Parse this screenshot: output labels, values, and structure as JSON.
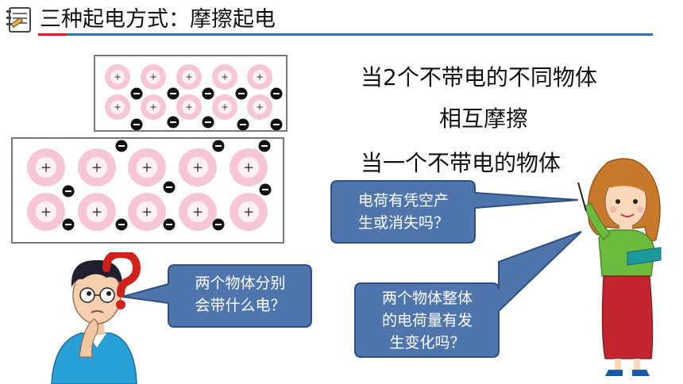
{
  "slide": {
    "title": "三种起电方式：摩擦起电",
    "lines": [
      "当2个不带电的不同物体",
      "相互摩擦",
      "当一个不带电的物体"
    ],
    "bubbles": {
      "teacher_q1": [
        "电荷有凭空产",
        "生或消失吗？"
      ],
      "teacher_q2": [
        "两个物体整体",
        "的电荷量有发",
        "生变化吗？"
      ],
      "student_q": [
        "两个物体分别",
        "会带什么电？"
      ]
    },
    "symbols": {
      "positive": "+",
      "negative": "–",
      "question": "?"
    }
  },
  "colors": {
    "title_rule": "#2e74b5",
    "title_accent": "#e02020",
    "bubble_fill": "#4f75ad",
    "proton_fill": "#f6c6d4",
    "proton_core": "#ffffff",
    "electron": "#111111",
    "question_mark": "#d0211c"
  }
}
